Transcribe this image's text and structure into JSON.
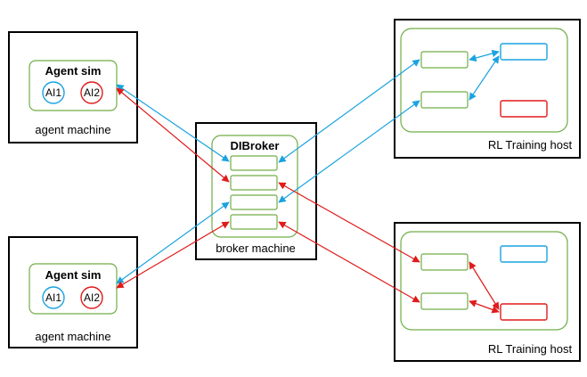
{
  "colors": {
    "blue": "#1aa3e0",
    "red": "#e01b1b",
    "green": "#70ad47",
    "black": "#000000"
  },
  "agent_top": {
    "sim_title": "Agent sim",
    "ai1": "AI1",
    "ai2": "AI2",
    "machine_label": "agent machine"
  },
  "agent_bottom": {
    "sim_title": "Agent sim",
    "ai1": "AI1",
    "ai2": "AI2",
    "machine_label": "agent machine"
  },
  "broker": {
    "title": "DIBroker",
    "machine_label": "broker machine"
  },
  "rl_top": {
    "machine_label": "RL Training host"
  },
  "rl_bottom": {
    "machine_label": "RL Training host"
  }
}
